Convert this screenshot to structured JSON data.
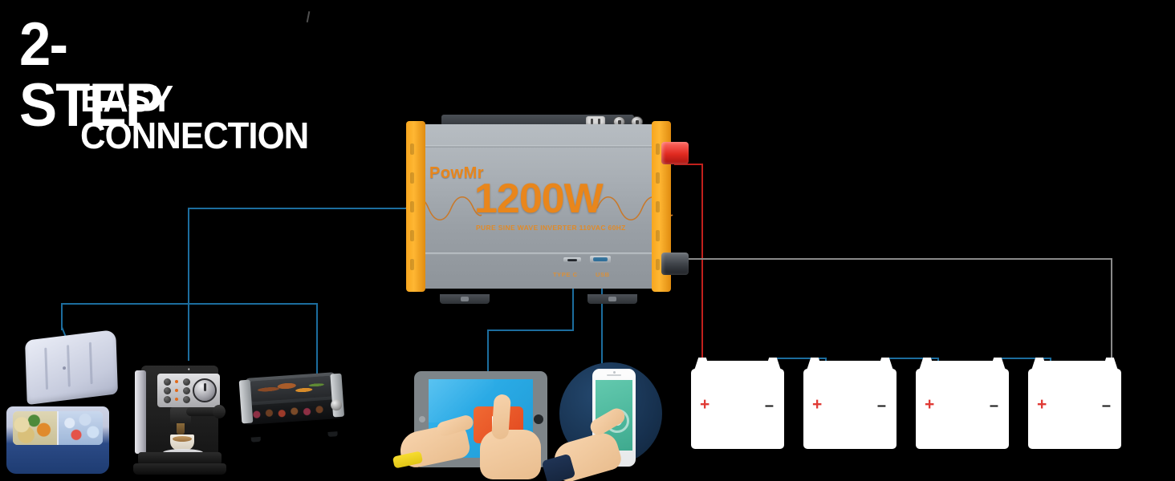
{
  "headline": {
    "line1": "2-STEP",
    "line2": "EASY CONNECTION"
  },
  "colors": {
    "background": "#000000",
    "accent_orange": "#f7a61f",
    "brand_text": "#e8861c",
    "wire_blue": "#1c6d9e",
    "wire_red": "#c2201c",
    "wire_grey": "#8a8a8a",
    "battery_white": "#ffffff",
    "battery_plus_red": "#e03a35",
    "headline_white": "#ffffff"
  },
  "inverter": {
    "name": "pure-sine-wave-inverter",
    "brand": "PowMr",
    "power_rating": "1200W",
    "spec_line": "PURE SINE WAVE INVERTER 110VAC 60HZ",
    "ports": [
      {
        "id": "type-c",
        "label": "TYPE C"
      },
      {
        "id": "usb",
        "label": "USB"
      }
    ],
    "terminals": [
      {
        "id": "positive",
        "polarity": "+",
        "color": "#e02a20"
      },
      {
        "id": "negative",
        "polarity": "-",
        "color": "#3c4046"
      }
    ],
    "ac_outlets": 2,
    "ac_knobs": 2
  },
  "appliances": [
    {
      "id": "cooler-box",
      "label": "Portable cooler box"
    },
    {
      "id": "espresso-machine",
      "label": "Espresso coffee machine"
    },
    {
      "id": "electric-grill",
      "label": "Electric grill"
    },
    {
      "id": "tablet",
      "label": "Tablet playing video"
    },
    {
      "id": "smartphone",
      "label": "Smartphone charging"
    }
  ],
  "batteries": {
    "count": 4,
    "connection": "series",
    "plus_symbol": "+",
    "minus_symbol": "–",
    "items": [
      {
        "id": "battery-1"
      },
      {
        "id": "battery-2"
      },
      {
        "id": "battery-3"
      },
      {
        "id": "battery-4"
      }
    ]
  },
  "wiring": {
    "ac_branch_color": "#1c6d9e",
    "dc_positive_color": "#c2201c",
    "dc_negative_color": "#8a8a8a",
    "interlink_color": "#1c6d9e"
  }
}
